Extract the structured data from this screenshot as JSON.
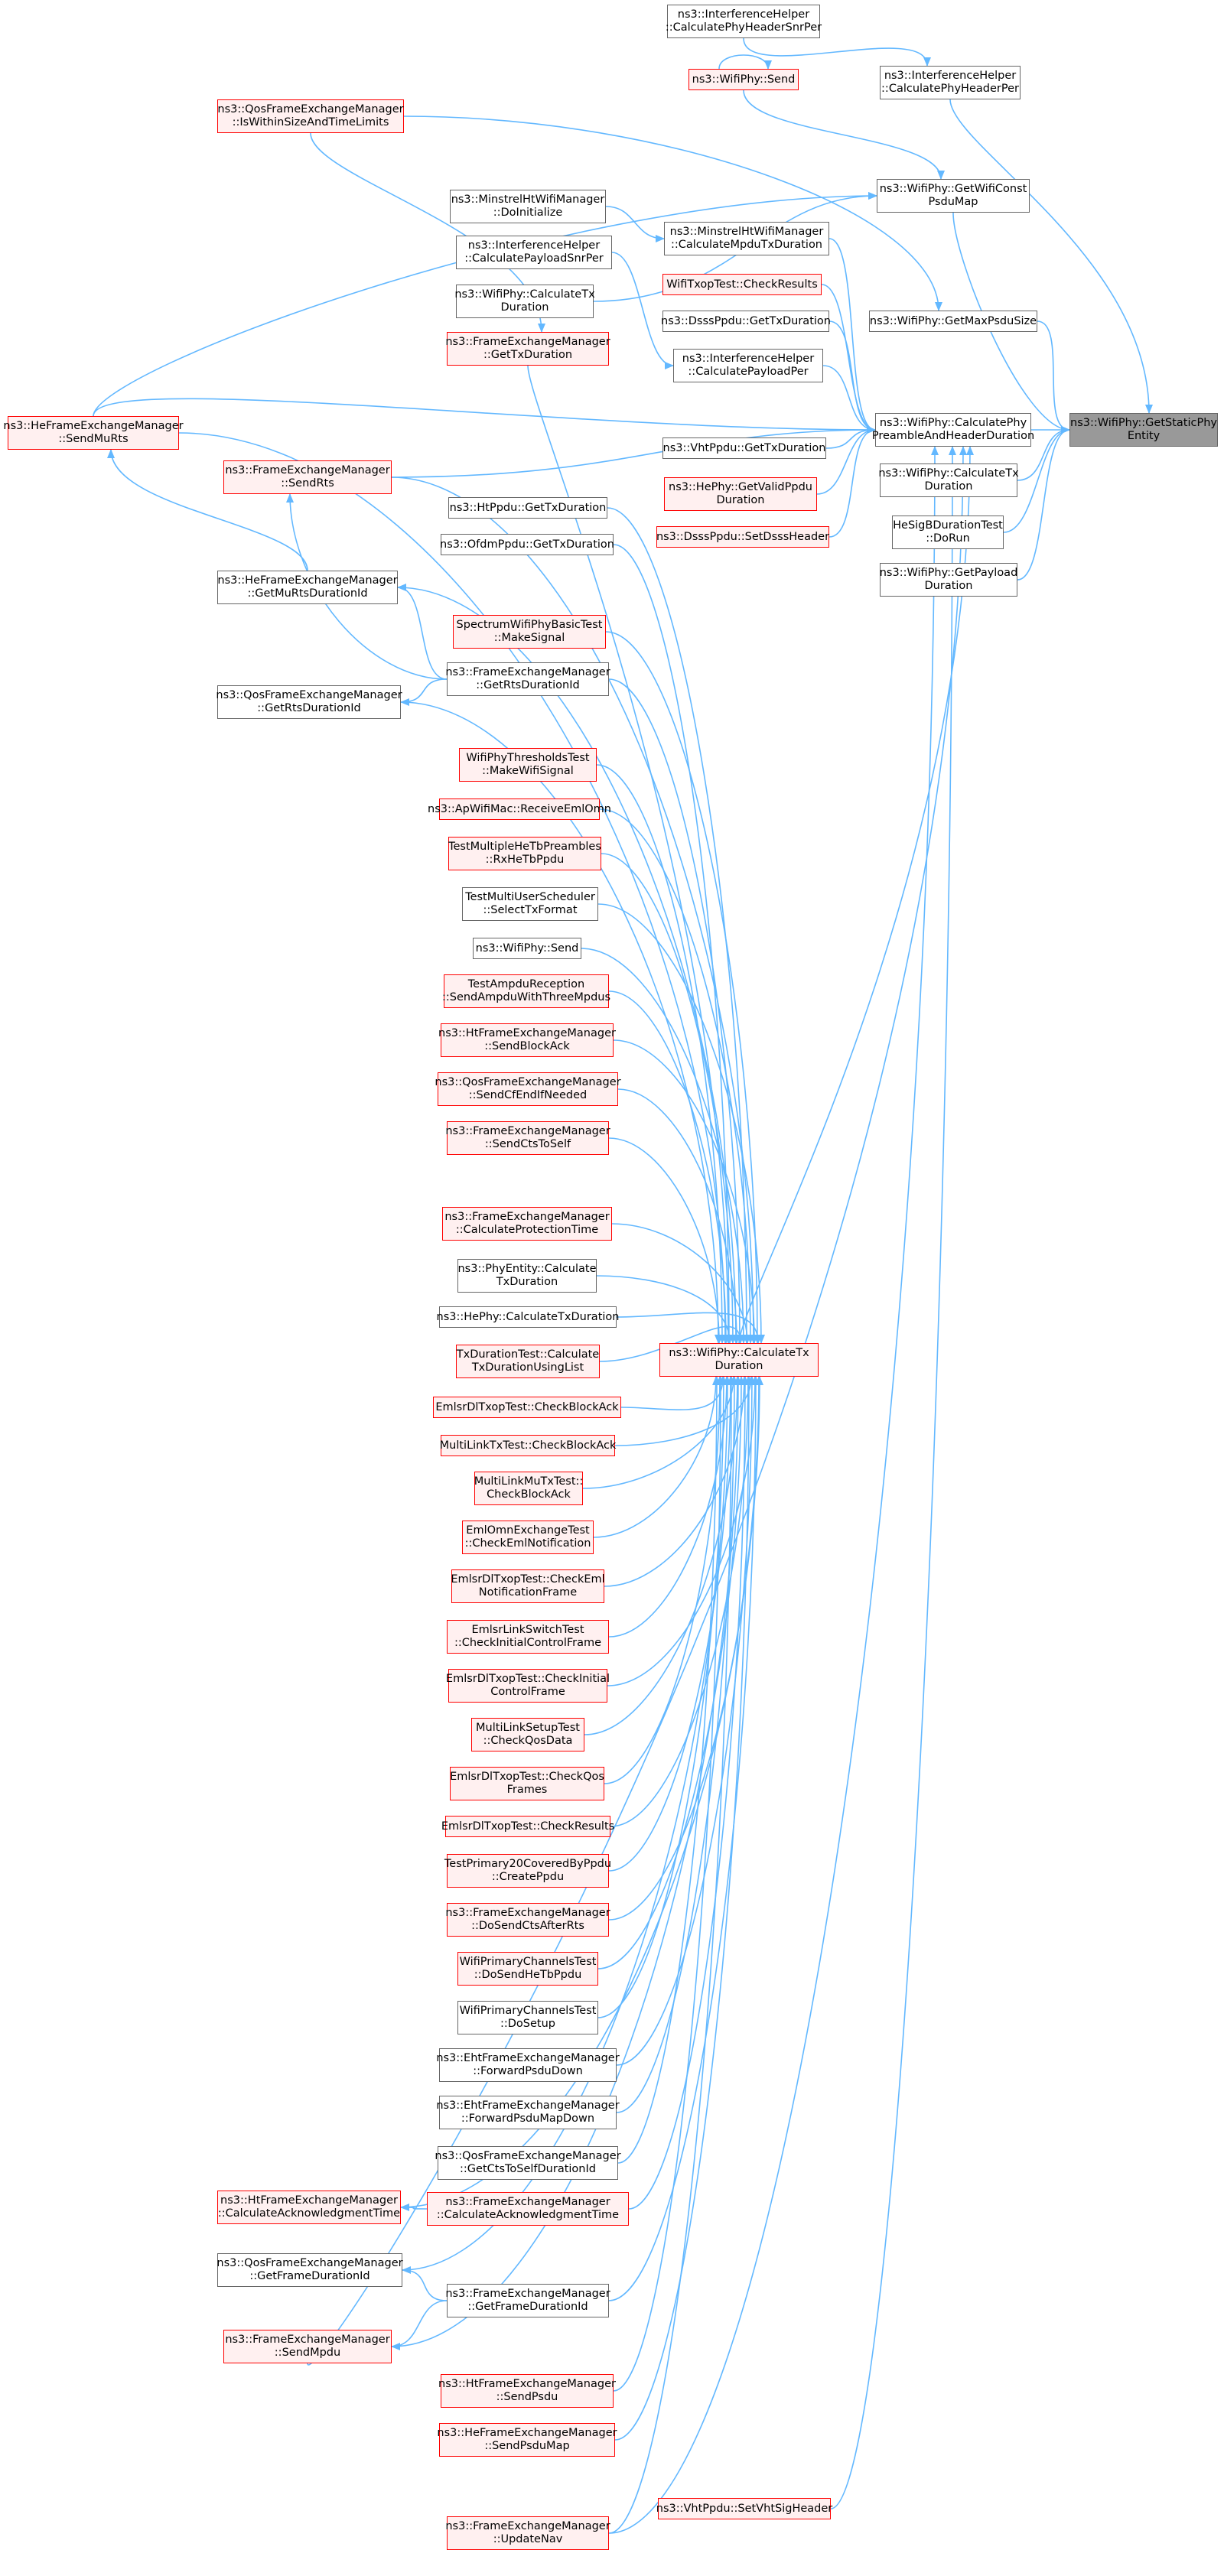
{
  "colors": {
    "edge": "#63b8ff",
    "border": "#666666",
    "red_border": "#ff0000",
    "red_fill": "#fff0f0",
    "root_fill": "#999999"
  },
  "nodes": [
    {
      "id": "n_getstatic",
      "lines": [
        "ns3::WifiPhy::GetStaticPhy",
        "Entity"
      ],
      "style": "root"
    },
    {
      "id": "n_ihsnr",
      "lines": [
        "ns3::InterferenceHelper",
        "::CalculatePhyHeaderSnrPer"
      ],
      "style": "plain"
    },
    {
      "id": "n_send_r",
      "lines": [
        "ns3::WifiPhy::Send"
      ],
      "style": "red"
    },
    {
      "id": "n_ihphdr",
      "lines": [
        "ns3::InterferenceHelper",
        "::CalculatePhyHeaderPer"
      ],
      "style": "plain"
    },
    {
      "id": "n_qoswithin",
      "lines": [
        "ns3::QosFrameExchangeManager",
        "::IsWithinSizeAndTimeLimits"
      ],
      "style": "red"
    },
    {
      "id": "n_getconst",
      "lines": [
        "ns3::WifiPhy::GetWifiConst",
        "PsduMap"
      ],
      "style": "plain"
    },
    {
      "id": "n_minit",
      "lines": [
        "ns3::MinstrelHtWifiManager",
        "::DoInitialize"
      ],
      "style": "plain"
    },
    {
      "id": "n_mcalc",
      "lines": [
        "ns3::MinstrelHtWifiManager",
        "::CalculateMpduTxDuration"
      ],
      "style": "plain"
    },
    {
      "id": "n_ihpsnr",
      "lines": [
        "ns3::InterferenceHelper",
        "::CalculatePayloadSnrPer"
      ],
      "style": "plain"
    },
    {
      "id": "n_txopres",
      "lines": [
        "WifiTxopTest::CheckResults"
      ],
      "style": "red"
    },
    {
      "id": "n_calctxA",
      "lines": [
        "ns3::WifiPhy::CalculateTx",
        "Duration"
      ],
      "style": "plain"
    },
    {
      "id": "n_fem_gettx",
      "lines": [
        "ns3::FrameExchangeManager",
        "::GetTxDuration"
      ],
      "style": "red"
    },
    {
      "id": "n_dsss_gettx",
      "lines": [
        "ns3::DsssPpdu::GetTxDuration"
      ],
      "style": "plain"
    },
    {
      "id": "n_maxpsdu",
      "lines": [
        "ns3::WifiPhy::GetMaxPsduSize"
      ],
      "style": "plain"
    },
    {
      "id": "n_ihper",
      "lines": [
        "ns3::InterferenceHelper",
        "::CalculatePayloadPer"
      ],
      "style": "plain"
    },
    {
      "id": "n_he_sendmu",
      "lines": [
        "ns3::HeFrameExchangeManager",
        "::SendMuRts"
      ],
      "style": "red"
    },
    {
      "id": "n_preamble",
      "lines": [
        "ns3::WifiPhy::CalculatePhy",
        "PreambleAndHeaderDuration"
      ],
      "style": "plain"
    },
    {
      "id": "n_vht_gettx",
      "lines": [
        "ns3::VhtPpdu::GetTxDuration"
      ],
      "style": "plain"
    },
    {
      "id": "n_calctxB",
      "lines": [
        "ns3::WifiPhy::CalculateTx",
        "Duration"
      ],
      "style": "plain"
    },
    {
      "id": "n_fem_sendrts",
      "lines": [
        "ns3::FrameExchangeManager",
        "::SendRts"
      ],
      "style": "red"
    },
    {
      "id": "n_hevalid",
      "lines": [
        "ns3::HePhy::GetValidPpdu",
        "Duration"
      ],
      "style": "red"
    },
    {
      "id": "n_hesigb",
      "lines": [
        "HeSigBDurationTest",
        "::DoRun"
      ],
      "style": "plain"
    },
    {
      "id": "n_dsss_set",
      "lines": [
        "ns3::DsssPpdu::SetDsssHeader"
      ],
      "style": "red"
    },
    {
      "id": "n_ht_gettx",
      "lines": [
        "ns3::HtPpdu::GetTxDuration"
      ],
      "style": "plain"
    },
    {
      "id": "n_getpayload",
      "lines": [
        "ns3::WifiPhy::GetPayload",
        "Duration"
      ],
      "style": "plain"
    },
    {
      "id": "n_ofdm_gettx",
      "lines": [
        "ns3::OfdmPpdu::GetTxDuration"
      ],
      "style": "plain"
    },
    {
      "id": "n_he_murtsdur",
      "lines": [
        "ns3::HeFrameExchangeManager",
        "::GetMuRtsDurationId"
      ],
      "style": "plain"
    },
    {
      "id": "n_spectrum",
      "lines": [
        "SpectrumWifiPhyBasicTest",
        "::MakeSignal"
      ],
      "style": "red"
    },
    {
      "id": "n_fem_rtsdur",
      "lines": [
        "ns3::FrameExchangeManager",
        "::GetRtsDurationId"
      ],
      "style": "plain"
    },
    {
      "id": "n_qos_rtsdur",
      "lines": [
        "ns3::QosFrameExchangeManager",
        "::GetRtsDurationId"
      ],
      "style": "plain"
    },
    {
      "id": "n_thresholds",
      "lines": [
        "WifiPhyThresholdsTest",
        "::MakeWifiSignal"
      ],
      "style": "red"
    },
    {
      "id": "n_apemlomn",
      "lines": [
        "ns3::ApWifiMac::ReceiveEmlOmn"
      ],
      "style": "red"
    },
    {
      "id": "n_multihetb",
      "lines": [
        "TestMultipleHeTbPreambles",
        "::RxHeTbPpdu"
      ],
      "style": "red"
    },
    {
      "id": "n_multiuser",
      "lines": [
        "TestMultiUserScheduler",
        "::SelectTxFormat"
      ],
      "style": "plain"
    },
    {
      "id": "n_send_p",
      "lines": [
        "ns3::WifiPhy::Send"
      ],
      "style": "plain"
    },
    {
      "id": "n_ampdurecv",
      "lines": [
        "TestAmpduReception",
        "::SendAmpduWithThreeMpdus"
      ],
      "style": "red"
    },
    {
      "id": "n_ht_sendba",
      "lines": [
        "ns3::HtFrameExchangeManager",
        "::SendBlockAck"
      ],
      "style": "red"
    },
    {
      "id": "n_qos_cfend",
      "lines": [
        "ns3::QosFrameExchangeManager",
        "::SendCfEndIfNeeded"
      ],
      "style": "red"
    },
    {
      "id": "n_fem_cts",
      "lines": [
        "ns3::FrameExchangeManager",
        "::SendCtsToSelf"
      ],
      "style": "red"
    },
    {
      "id": "n_fem_prot",
      "lines": [
        "ns3::FrameExchangeManager",
        "::CalculateProtectionTime"
      ],
      "style": "red"
    },
    {
      "id": "n_phyentity",
      "lines": [
        "ns3::PhyEntity::Calculate",
        "TxDuration"
      ],
      "style": "plain"
    },
    {
      "id": "n_hephy_calc",
      "lines": [
        "ns3::HePhy::CalculateTxDuration"
      ],
      "style": "plain"
    },
    {
      "id": "n_txdurtest",
      "lines": [
        "TxDurationTest::Calculate",
        "TxDurationUsingList"
      ],
      "style": "red"
    },
    {
      "id": "n_calctxMain",
      "lines": [
        "ns3::WifiPhy::CalculateTx",
        "Duration"
      ],
      "style": "red"
    },
    {
      "id": "n_emlsr_ba",
      "lines": [
        "EmlsrDlTxopTest::CheckBlockAck"
      ],
      "style": "red"
    },
    {
      "id": "n_mltx_ba",
      "lines": [
        "MultiLinkTxTest::CheckBlockAck"
      ],
      "style": "red"
    },
    {
      "id": "n_mlmu_ba",
      "lines": [
        "MultiLinkMuTxTest::",
        "CheckBlockAck"
      ],
      "style": "red"
    },
    {
      "id": "n_emlomn",
      "lines": [
        "EmlOmnExchangeTest",
        "::CheckEmlNotification"
      ],
      "style": "red"
    },
    {
      "id": "n_emlsr_notif",
      "lines": [
        "EmlsrDlTxopTest::CheckEml",
        "NotificationFrame"
      ],
      "style": "red"
    },
    {
      "id": "n_emlsr_link",
      "lines": [
        "EmlsrLinkSwitchTest",
        "::CheckInitialControlFrame"
      ],
      "style": "red"
    },
    {
      "id": "n_emlsr_init",
      "lines": [
        "EmlsrDlTxopTest::CheckInitial",
        "ControlFrame"
      ],
      "style": "red"
    },
    {
      "id": "n_mlsetup",
      "lines": [
        "MultiLinkSetupTest",
        "::CheckQosData"
      ],
      "style": "red"
    },
    {
      "id": "n_emlsr_qos",
      "lines": [
        "EmlsrDlTxopTest::CheckQos",
        "Frames"
      ],
      "style": "red"
    },
    {
      "id": "n_emlsr_res",
      "lines": [
        "EmlsrDlTxopTest::CheckResults"
      ],
      "style": "red"
    },
    {
      "id": "n_primary20",
      "lines": [
        "TestPrimary20CoveredByPpdu",
        "::CreatePpdu"
      ],
      "style": "red"
    },
    {
      "id": "n_fem_docts",
      "lines": [
        "ns3::FrameExchangeManager",
        "::DoSendCtsAfterRts"
      ],
      "style": "red"
    },
    {
      "id": "n_wpc_send",
      "lines": [
        "WifiPrimaryChannelsTest",
        "::DoSendHeTbPpdu"
      ],
      "style": "red"
    },
    {
      "id": "n_wpc_setup",
      "lines": [
        "WifiPrimaryChannelsTest",
        "::DoSetup"
      ],
      "style": "plain"
    },
    {
      "id": "n_eht_psdu",
      "lines": [
        "ns3::EhtFrameExchangeManager",
        "::ForwardPsduDown"
      ],
      "style": "plain"
    },
    {
      "id": "n_eht_map",
      "lines": [
        "ns3::EhtFrameExchangeManager",
        "::ForwardPsduMapDown"
      ],
      "style": "plain"
    },
    {
      "id": "n_qos_ctsself",
      "lines": [
        "ns3::QosFrameExchangeManager",
        "::GetCtsToSelfDurationId"
      ],
      "style": "plain"
    },
    {
      "id": "n_ht_calcack",
      "lines": [
        "ns3::HtFrameExchangeManager",
        "::CalculateAcknowledgmentTime"
      ],
      "style": "red"
    },
    {
      "id": "n_fem_calcack",
      "lines": [
        "ns3::FrameExchangeManager",
        "::CalculateAcknowledgmentTime"
      ],
      "style": "red"
    },
    {
      "id": "n_qos_framedur",
      "lines": [
        "ns3::QosFrameExchangeManager",
        "::GetFrameDurationId"
      ],
      "style": "plain"
    },
    {
      "id": "n_fem_framedur",
      "lines": [
        "ns3::FrameExchangeManager",
        "::GetFrameDurationId"
      ],
      "style": "plain"
    },
    {
      "id": "n_fem_sendmpdu",
      "lines": [
        "ns3::FrameExchangeManager",
        "::SendMpdu"
      ],
      "style": "red"
    },
    {
      "id": "n_ht_sendpsdu",
      "lines": [
        "ns3::HtFrameExchangeManager",
        "::SendPsdu"
      ],
      "style": "red"
    },
    {
      "id": "n_he_sendmap",
      "lines": [
        "ns3::HeFrameExchangeManager",
        "::SendPsduMap"
      ],
      "style": "red"
    },
    {
      "id": "n_vht_setsig",
      "lines": [
        "ns3::VhtPpdu::SetVhtSigHeader"
      ],
      "style": "red"
    },
    {
      "id": "n_fem_nav",
      "lines": [
        "ns3::FrameExchangeManager",
        "::UpdateNav"
      ],
      "style": "red"
    }
  ]
}
